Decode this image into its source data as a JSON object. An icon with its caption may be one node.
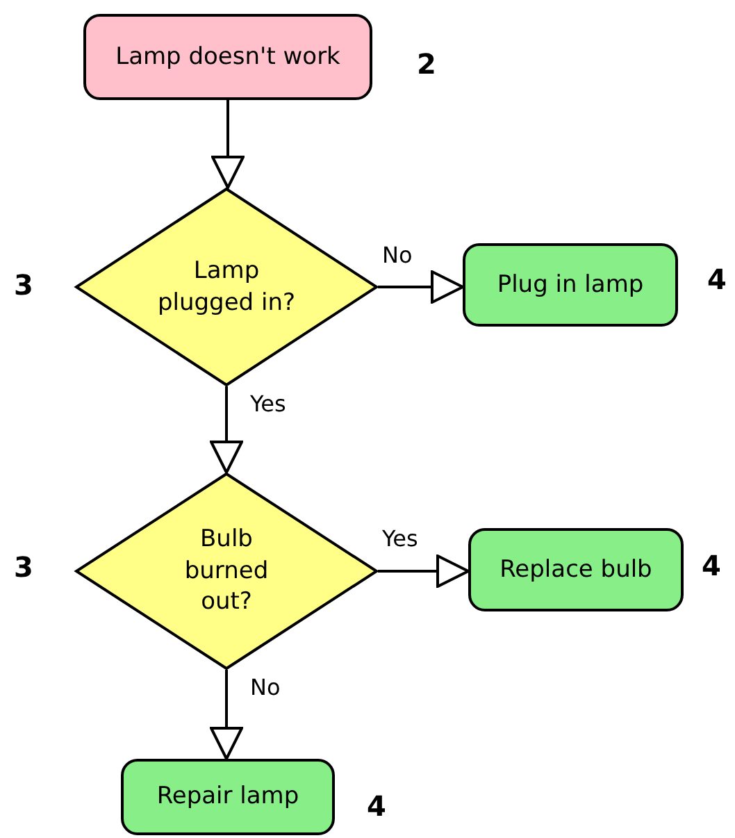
{
  "diagram": {
    "nodes": [
      {
        "text": [
          "Lamp doesn't work"
        ],
        "beside": [
          "2"
        ]
      },
      {
        "text": [
          "Lamp plugged in?"
        ],
        "beside": [
          "3"
        ]
      },
      {
        "text": [
          "Plug in lamp"
        ],
        "beside": [
          "4"
        ]
      },
      {
        "text": [
          "Bulb burned out?"
        ],
        "beside": [
          "3"
        ]
      },
      {
        "text": [
          "Replace bulb"
        ],
        "beside": [
          "4"
        ]
      },
      {
        "text": [
          "Repair lamp"
        ],
        "beside": [
          "4"
        ]
      }
    ],
    "edges": [
      {
        "from": 0,
        "to": 1,
        "arrow": "to"
      },
      {
        "from": 1,
        "to": 2,
        "arrow": "to",
        "label": "No"
      },
      {
        "from": 1,
        "to": 3,
        "arrow": "to",
        "label": "Yes"
      },
      {
        "from": 3,
        "to": 4,
        "arrow": "to",
        "label": "Yes"
      },
      {
        "from": 3,
        "to": 5,
        "arrow": "to",
        "label": "No"
      }
    ]
  }
}
